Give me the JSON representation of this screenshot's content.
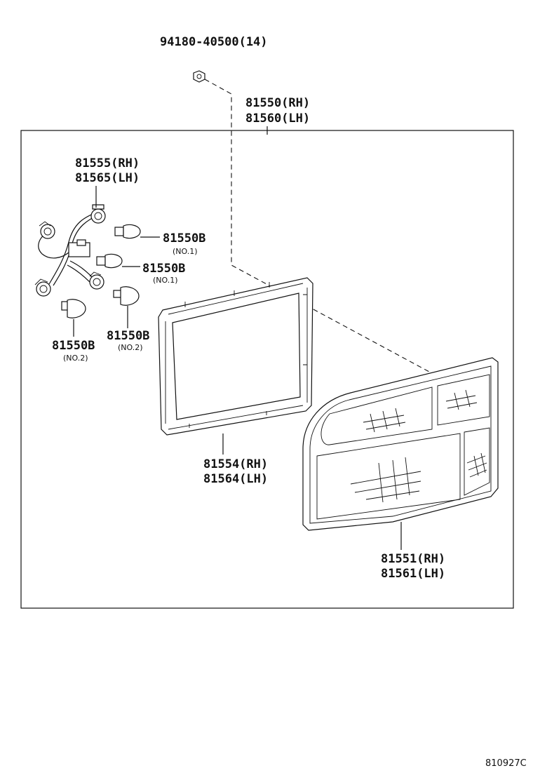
{
  "labels": {
    "screw_part": "94180-40500(14)",
    "assembly_rh": "81550(RH)",
    "assembly_lh": "81560(LH)",
    "socket_rh": "81555(RH)",
    "socket_lh": "81565(LH)",
    "bulb_a": "81550B",
    "bulb_a_note": "(NO.1)",
    "bulb_b": "81550B",
    "bulb_b_note": "(NO.1)",
    "bulb_c": "81550B",
    "bulb_c_note": "(NO.2)",
    "bulb_d": "81550B",
    "bulb_d_note": "(NO.2)",
    "gasket_rh": "81554(RH)",
    "gasket_lh": "81564(LH)",
    "lens_rh": "81551(RH)",
    "lens_lh": "81561(LH)",
    "diagram_code": "810927C"
  }
}
